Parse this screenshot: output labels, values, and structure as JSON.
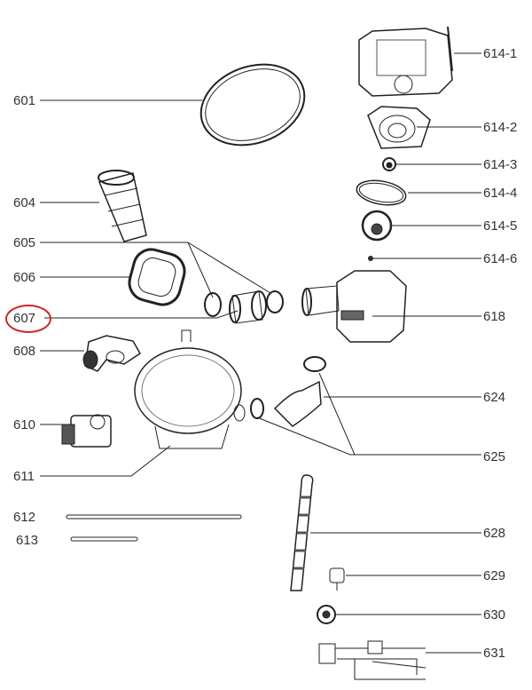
{
  "diagram": {
    "highlight_color": "#d0232a",
    "highlighted_part": "607",
    "parts_left": [
      "601",
      "604",
      "605",
      "606",
      "607",
      "608",
      "610",
      "611",
      "612",
      "613"
    ],
    "parts_right": [
      "614-1",
      "614-2",
      "614-3",
      "614-4",
      "614-5",
      "614-6",
      "618",
      "624",
      "625",
      "628",
      "629",
      "630",
      "631"
    ]
  }
}
